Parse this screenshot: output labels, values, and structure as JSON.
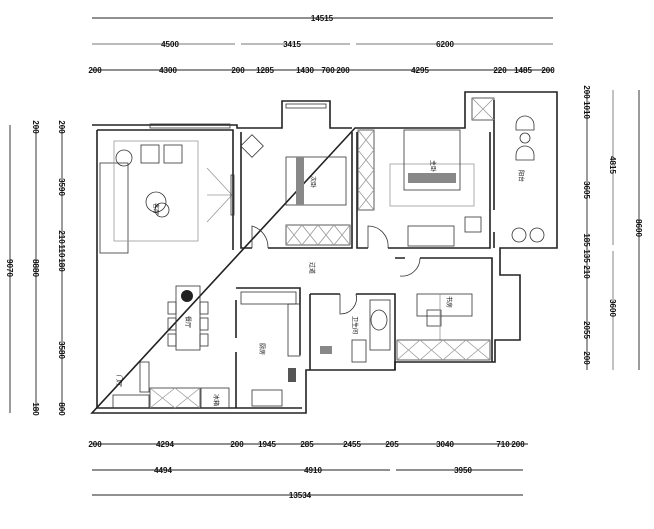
{
  "title": "Floor plan",
  "dimensions": {
    "top": {
      "total": "14515",
      "segments": [
        "4500",
        "3415",
        "6200"
      ],
      "details": [
        "200",
        "4300",
        "200",
        "1285",
        "1430",
        "700",
        "200",
        "4295",
        "220",
        "1485",
        "200"
      ]
    },
    "bottom": {
      "details": [
        "200",
        "4294",
        "200",
        "1945",
        "285",
        "2455",
        "205",
        "3040",
        "710",
        "200"
      ],
      "segments": [
        "4494",
        "4910",
        "3950"
      ],
      "total": "13534"
    },
    "left": {
      "total": "9070",
      "segments": [
        "200",
        "8880",
        "180"
      ],
      "details": [
        "200",
        "3590",
        "210",
        "110",
        "180",
        "3580",
        "800"
      ]
    },
    "right": {
      "details": [
        "200",
        "1010",
        "3605",
        "185",
        "135",
        "210",
        "2055",
        "200"
      ],
      "segments": [
        "4815",
        "3600"
      ],
      "total": "8600"
    }
  },
  "rooms": {
    "living": "客厅",
    "bedroom_secondary": "次卧",
    "bedroom_master": "主卧",
    "balcony": "阳台",
    "corridor": "过道",
    "dining": "餐厅",
    "kitchen": "厨房",
    "bathroom": "卫生间",
    "study": "书房",
    "entry": "门厅",
    "fridge": "冰箱"
  },
  "colors": {
    "wall": "#222222",
    "furniture_fill": "#888888"
  }
}
